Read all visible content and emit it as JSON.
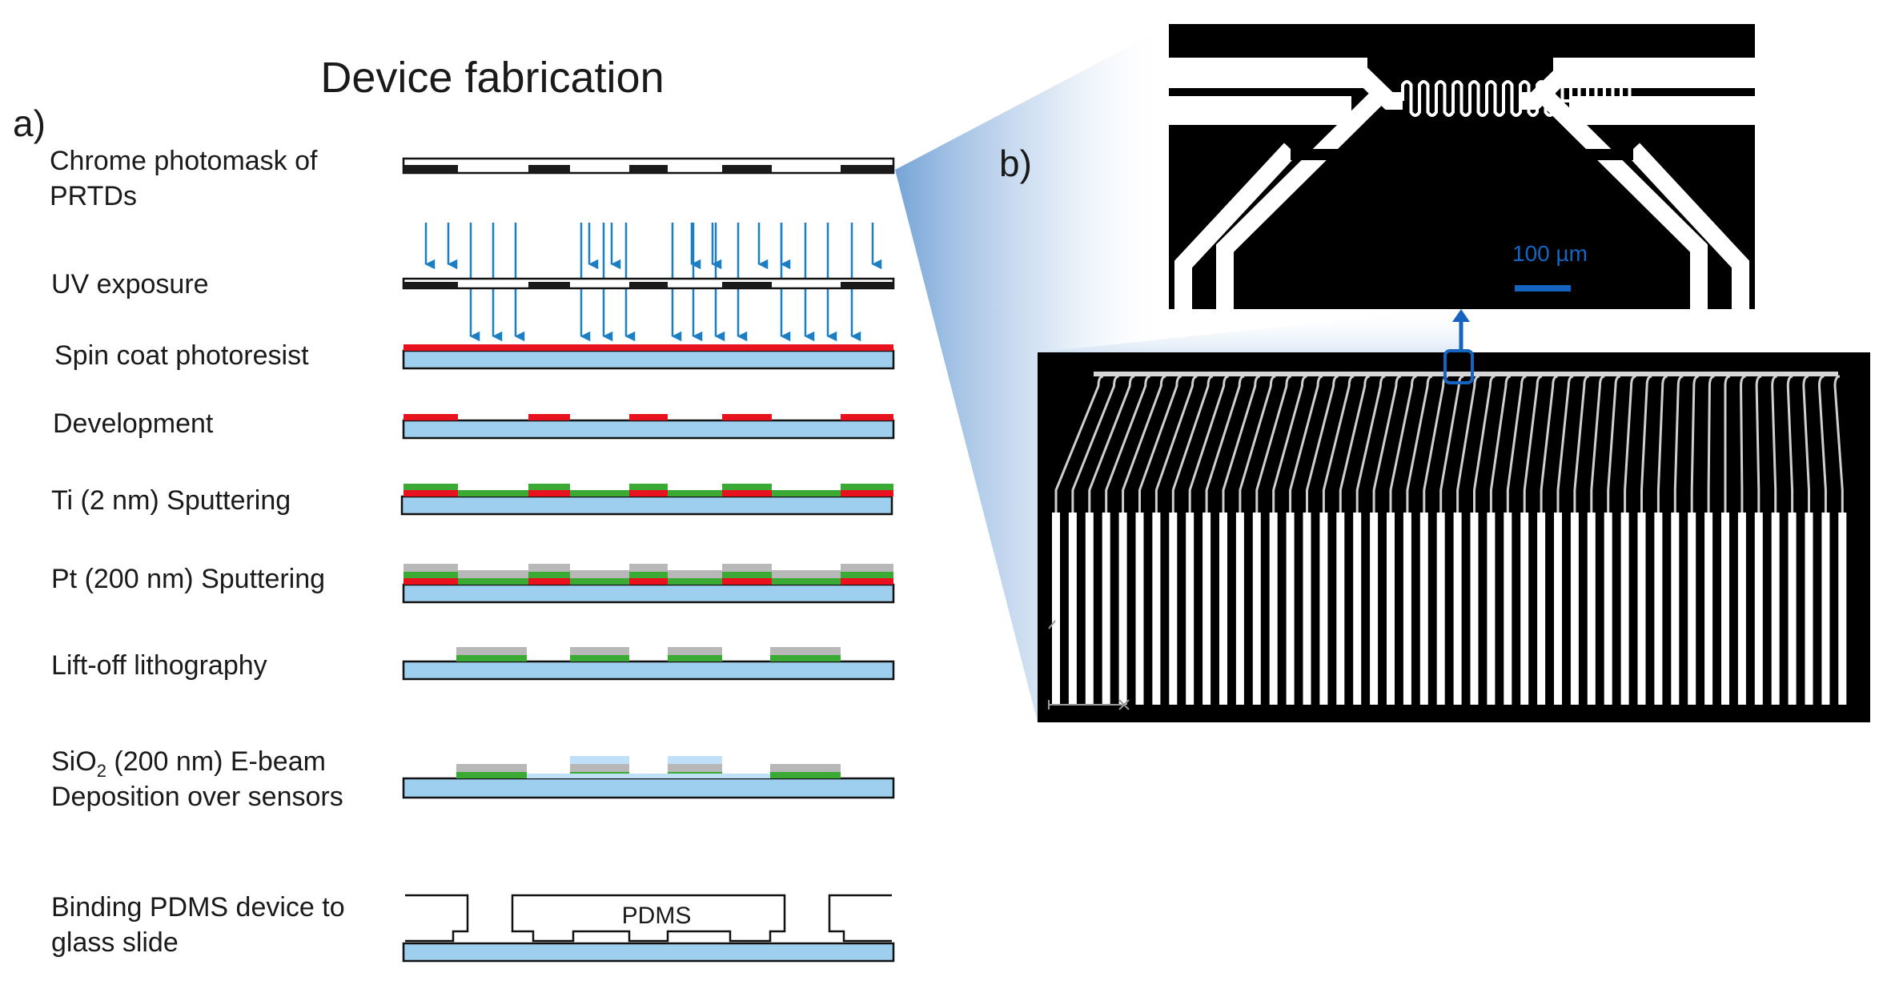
{
  "title": "Device fabrication",
  "panel_a_label": "a)",
  "panel_b_label": "b)",
  "steps": [
    {
      "line1": "Chrome photomask of",
      "line2": "PRTDs"
    },
    {
      "line1": "UV exposure",
      "line2": ""
    },
    {
      "line1": "Spin coat photoresist",
      "line2": ""
    },
    {
      "line1": "Development",
      "line2": ""
    },
    {
      "line1": "Ti (2 nm) Sputtering",
      "line2": ""
    },
    {
      "line1": "Pt (200 nm) Sputtering",
      "line2": ""
    },
    {
      "line1": "Lift-off lithography",
      "line2": ""
    },
    {
      "line1_a": "SiO",
      "line1_sub": "2",
      "line1_b": " (200 nm) E-beam",
      "line2": "Deposition over sensors"
    },
    {
      "line1": "Binding PDMS device to",
      "line2": "glass slide"
    }
  ],
  "pdms_label": "PDMS",
  "scale_bar_label": "100 µm",
  "colors": {
    "glass": "#9fcfee",
    "photoresist": "#e8121f",
    "titanium": "#3aaa35",
    "platinum": "#b8b8b8",
    "uv_arrow": "#1c7fc4",
    "mask_chrome": "#1a1a1a",
    "highlight": "#1565c0"
  }
}
